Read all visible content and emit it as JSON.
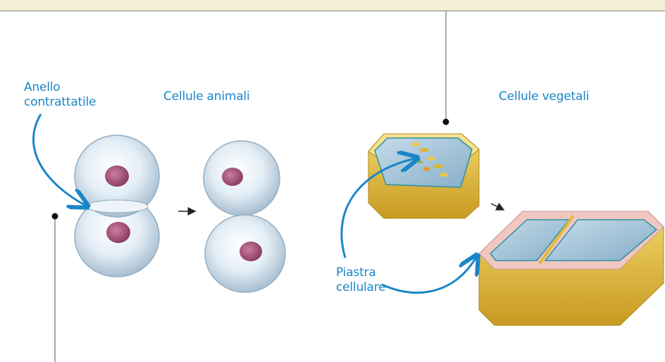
{
  "labels": {
    "contractile_ring": [
      "Anello",
      "contrattatile"
    ],
    "animal_cells": "Cellule animali",
    "plant_cells": "Cellule vegetali",
    "cell_plate": [
      "Piastra",
      "cellulare"
    ]
  },
  "colors": {
    "label_blue": "#1a86c8",
    "top_band": "#f2efd6",
    "cell_body": "#d9e8f3",
    "nucleus": "#b0567f",
    "cell_wall": "#e0b93a",
    "plate_pink": "#f1c7c1",
    "vacuole": "#9fc3d9"
  }
}
